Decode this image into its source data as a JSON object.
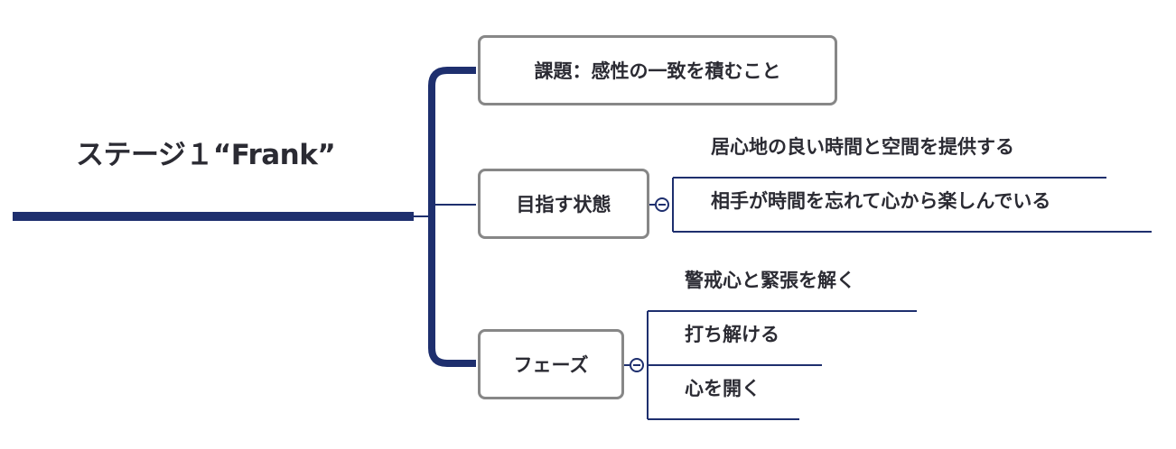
{
  "colors": {
    "branch": "#1e2f6e",
    "box_border": "#878787",
    "text": "#2b2b33"
  },
  "root": {
    "title": "ステージ１“Frank”"
  },
  "branches": [
    {
      "label": "課題：感性の一致を積むこと",
      "children": []
    },
    {
      "label": "目指す状態",
      "collapse_icon": "collapse-minus-icon",
      "children": [
        "居心地の良い時間と空間を提供する",
        "相手が時間を忘れて心から楽しんでいる"
      ]
    },
    {
      "label": "フェーズ",
      "collapse_icon": "collapse-minus-icon",
      "children": [
        "警戒心と緊張を解く",
        "打ち解ける",
        "心を開く"
      ]
    }
  ]
}
